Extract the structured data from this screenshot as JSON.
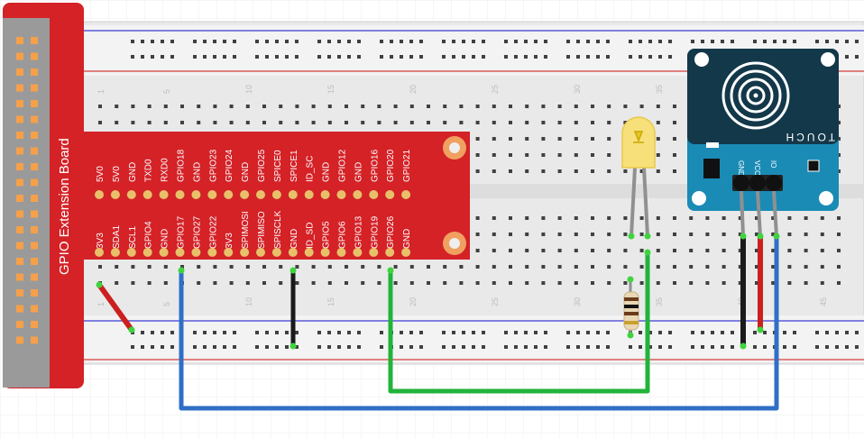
{
  "board": {
    "title": "GPIO Extension Board",
    "top_row_labels": [
      "5V0",
      "5V0",
      "GND",
      "TXD0",
      "RXD0",
      "GPIO18",
      "GND",
      "GPIO23",
      "GPIO24",
      "GND",
      "GPIO25",
      "SPICE0",
      "SPICE1",
      "ID_SC",
      "GND",
      "GPIO12",
      "GND",
      "GPIO16",
      "GPIO20",
      "GPIO21"
    ],
    "bottom_row_labels": [
      "3V3",
      "SDA1",
      "SCL1",
      "GPIO4",
      "GND",
      "GPIO17",
      "GPIO27",
      "GPIO22",
      "3V3",
      "SPIMOSI",
      "SPIMISO",
      "SPISCLK",
      "GND",
      "ID_SD",
      "GPIO5",
      "GPIO6",
      "GPIO13",
      "GPIO19",
      "GPIO26",
      "GND"
    ]
  },
  "breadboard": {
    "column_numbers": [
      "1",
      "5",
      "10",
      "15",
      "20",
      "25",
      "30",
      "35",
      "40",
      "45"
    ]
  },
  "touch_module": {
    "label": "TOUCH",
    "pin_labels": [
      "GND",
      "VCC",
      "IO"
    ]
  },
  "colors": {
    "board_red": "#d42227",
    "wire_red": "#cc1f1f",
    "wire_black": "#1a1a1a",
    "wire_green": "#22b33a",
    "wire_blue": "#2f6fc6",
    "module_blue": "#1a8bb5",
    "led_yellow": "#f7e07a"
  }
}
